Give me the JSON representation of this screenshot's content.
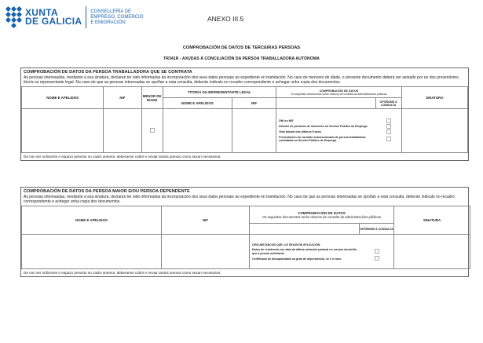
{
  "header": {
    "logo_line1": "XUNTA",
    "logo_line2": "DE GALICIA",
    "dept_line1": "CONSELLERÍA DE",
    "dept_line2": "EMPREGO, COMERCIO",
    "dept_line3": "E EMIGRACIÓN",
    "anexo": "ANEXO III.5",
    "title": "COMPROBACIÓN DE DATOS DE TERCEIRAS PERSOAS",
    "subtitle": "TR341R - AXUDAS Á CONCILIACIÓN DA PERSOA TRABALLADORA AUTÓNOMA"
  },
  "section1": {
    "heading": "COMPROBACIÓN DE DATOS DA PERSOA TRABALLADORA QUE SE CONTRATA",
    "text": "As persoas interesadas, mediante a súa sinatura, declaran ter sido informadas da incorporación dos seus datos persoais ao expediente en tramitación. No caso de menores de idade, o presente documento deberá ser asinado por un dos proxenitores, titor/a ou representante legal. No caso de que as persoas interesadas se opoñan a esta consulta, deberán indicalo no recadro correspondente e achegar unha copia dos documentos.",
    "col_name": "NOME E APELIDOS",
    "col_nif": "NIF",
    "col_minor": "MENOR DE IDADE",
    "col_tutor": "TITOR/A OU REPRESENTANTE LEGAL",
    "col_tutor_name": "NOME E APELIDOS",
    "col_tutor_nif": "NIF",
    "col_check_title": "COMPROBACIÓN DE DATOS",
    "col_check_sub": "Os seguintes documentos serán obxecto de consulta ás administracións públicas",
    "col_oppose": "OPÓÑOME Á CONSULTA",
    "col_sign": "SINATURA",
    "options": [
      "DNI ou NIE",
      "Informe de períodos de inscrición no Servizo Público de Emprego",
      "Vida laboral dos últimos 5 anos",
      "Presentación do contrato subvencionado de persoa traballadora contratada no Servizo Público de Emprego"
    ],
    "footer": "De non ser suficiente o espazo previsto no cadro anterior, deberanse cubrir e enviar tantos anexos como sexan necesarios."
  },
  "section2": {
    "heading": "COMPROBACIÓN DE DATOS DA PERSOA MAIOR E/OU PERSOA DEPENDENTE",
    "text": "As persoas interesadas, mediante a súa sinatura, declaran ter sido informadas da incorporación dos seus datos persoais ao expediente en tramitación. No caso de que as persoas interesadas se opoñan a esta consulta, deberán indicalo no recadro correspondente e achegar unha copia dos documentos.",
    "col_name": "NOME E APELIDOS",
    "col_nif": "NIF",
    "col_check_title": "COMPROBACIÓN DE DATOS",
    "col_check_sub": "Os seguintes documentos serán obxecto de consulta ás administracións públicas",
    "col_oppose": "OPÓÑOME Á CONSULTA",
    "col_sign": "SINATURA",
    "circ_label": "CIRCUNSTANCIAS QUE LLE SEXAN DE APLICACIÓN:",
    "options": [
      "Datos de residencia con data da última variación padroal no mesmo domicilio que a persoa solicitante",
      "Certificado de discapacidade ou grao de dependencia, se é o caso"
    ],
    "footer": "De non ser suficiente o espazo previsto no cadro anterior, deberanse cubrir e enviar tantos anexos como sexan necesarios."
  }
}
